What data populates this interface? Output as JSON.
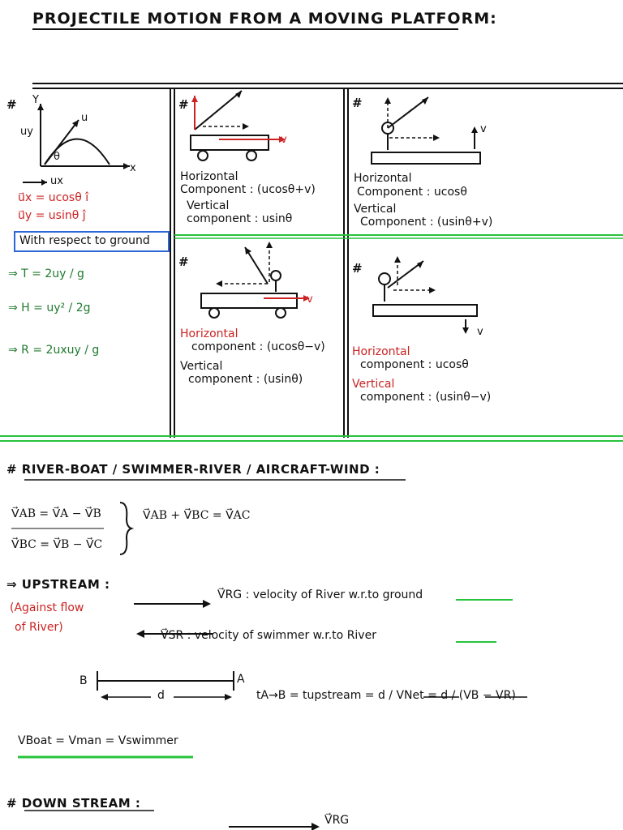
{
  "page": {
    "title": "PROJECTILE MOTION FROM A MOVING PLATFORM:"
  },
  "projectile": {
    "hash": "#",
    "axis_y": "Y",
    "axis_x": "x",
    "u_label": "u",
    "uy_label": "uy",
    "ux_label": "ux",
    "theta": "θ",
    "eq_ux": "u⃗x = ucosθ î",
    "eq_uy": "u⃗y = usinθ ĵ",
    "boxed_note": "With respect to ground",
    "eq_T": "⇒ T = 2uy / g",
    "eq_H": "⇒ H = uy² / 2g",
    "eq_R": "⇒ R = 2uxuy / g"
  },
  "cases": [
    {
      "hash": "#",
      "v": "v",
      "h_label": "Horizontal",
      "h_value": "Component : (ucosθ+v)",
      "v_label": "Vertical",
      "v_value": "component : usinθ"
    },
    {
      "hash": "#",
      "v": "v",
      "h_label": "Horizontal",
      "h_value": "Component : ucosθ",
      "v_label": "Vertical",
      "v_value": "Component : (usinθ+v)"
    },
    {
      "hash": "#",
      "v": "v",
      "h_label": "Horizontal",
      "h_value": "component : (ucosθ−v)",
      "v_label": "Vertical",
      "v_value": "component : (usinθ)"
    },
    {
      "hash": "#",
      "v": "v",
      "h_label": "Horizontal",
      "h_value": "component : ucosθ",
      "v_label": "Vertical",
      "v_value": "component : (usinθ−v)"
    }
  ],
  "river": {
    "heading": "# RIVER-BOAT / SWIMMER-RIVER / AIRCRAFT-WIND :",
    "eq1": "V⃗AB = V⃗A − V⃗B",
    "eq2": "V⃗BC = V⃗B − V⃗C",
    "eq3": "V⃗AB + V⃗BC = V⃗AC",
    "upstream": "⇒ UPSTREAM :",
    "against1": "(Against flow",
    "against2": "of River)",
    "vrg": "V⃗RG : velocity of River w.r.to ground",
    "vsr": "V⃗SR : velocity of swimmer w.r.to River",
    "pt_b": "B",
    "pt_a": "A",
    "d": "d",
    "time_eq": "tA→B = tupstream = d / VNet = d / (VB − VR)",
    "vboat": "VBoat = Vman = Vswimmer",
    "downstream": "# DOWN STREAM :",
    "vrg2": "V⃗RG"
  }
}
